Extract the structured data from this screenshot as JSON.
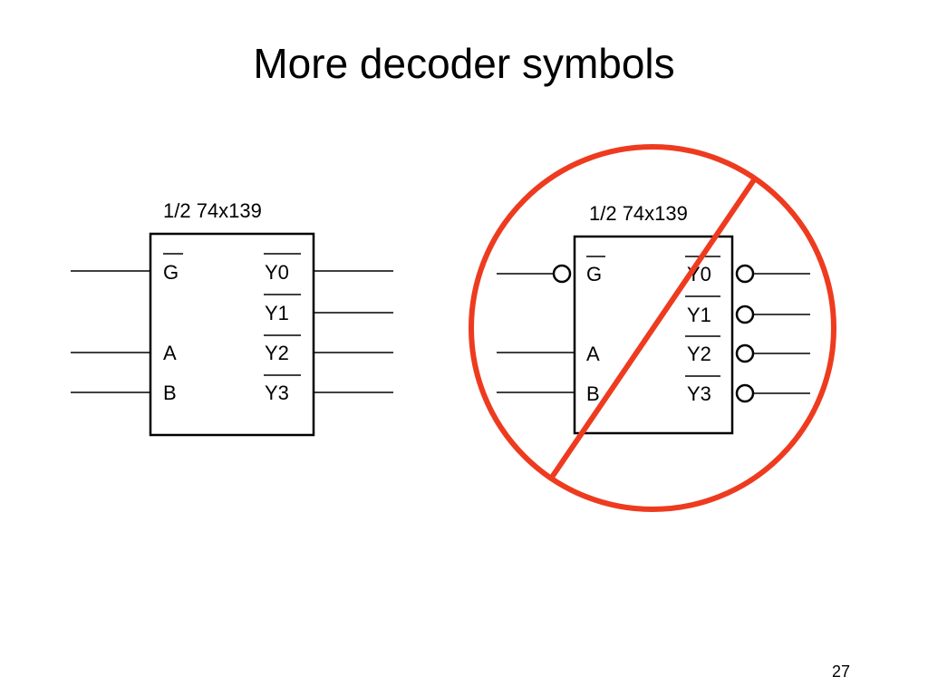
{
  "slide": {
    "title": "More decoder symbols",
    "page_number": "27"
  },
  "diagram": {
    "symbols": [
      {
        "caption": "1/2 74x139",
        "inputs": [
          "G",
          "A",
          "B"
        ],
        "outputs": [
          "Y0",
          "Y1",
          "Y2",
          "Y3"
        ],
        "active_low_bubbles": false,
        "crossed_out": false
      },
      {
        "caption": "1/2 74x139",
        "inputs": [
          "G",
          "A",
          "B"
        ],
        "outputs": [
          "Y0",
          "Y1",
          "Y2",
          "Y3"
        ],
        "active_low_bubbles": true,
        "crossed_out": true
      }
    ],
    "prohibition_color": "#ee3b1f"
  }
}
